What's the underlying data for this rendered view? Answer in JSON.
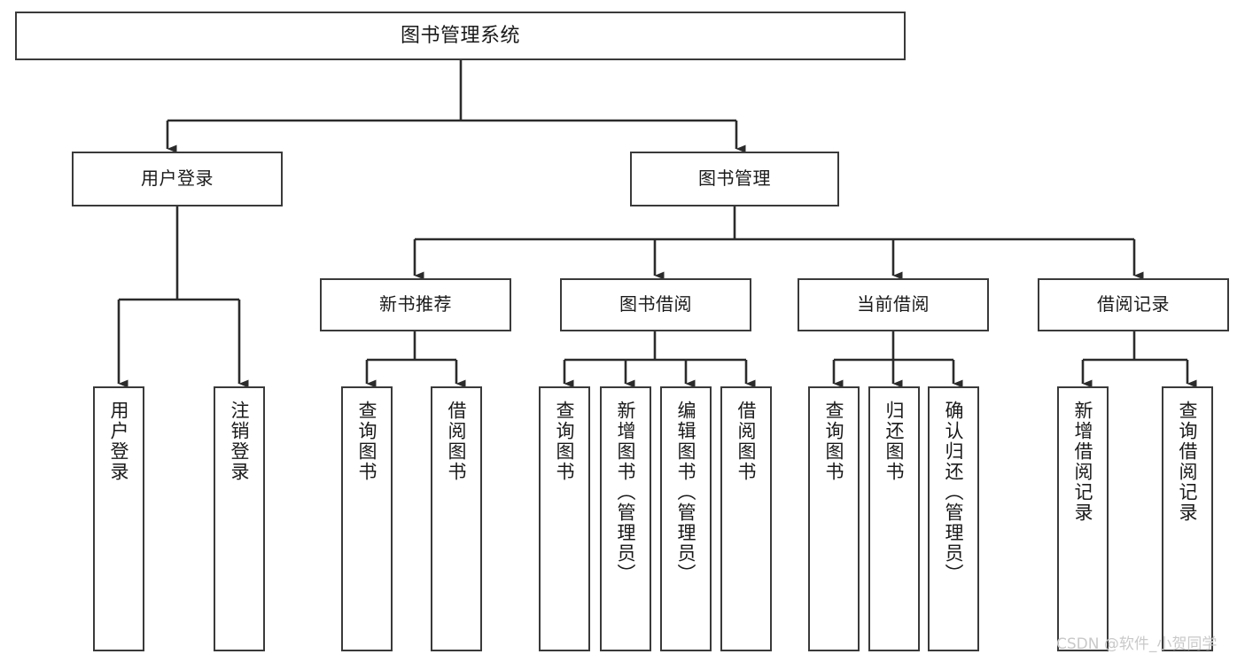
{
  "diagram": {
    "title": "图书管理系统",
    "type": "tree-hierarchy-diagram",
    "colors": {
      "box_border": "#3a3a3a",
      "box_fill": "#ffffff",
      "edge": "#2b2b2b",
      "text": "#1a1a1a",
      "watermark": "#c9c9c9",
      "background": "#ffffff"
    }
  },
  "nodes": {
    "root": {
      "label": "图书管理系统"
    },
    "level2": [
      {
        "label": "用户登录"
      },
      {
        "label": "图书管理"
      }
    ],
    "level3": [
      {
        "label": "新书推荐"
      },
      {
        "label": "图书借阅"
      },
      {
        "label": "当前借阅"
      },
      {
        "label": "借阅记录"
      }
    ],
    "leaves": {
      "user_login": [
        {
          "label": "用户登录"
        },
        {
          "label": "注销登录"
        }
      ],
      "new_book_recommend": [
        {
          "label": "查询图书"
        },
        {
          "label": "借阅图书"
        }
      ],
      "book_borrow": [
        {
          "label": "查询图书"
        },
        {
          "label": "新增图书（管理员）"
        },
        {
          "label": "编辑图书（管理员）"
        },
        {
          "label": "借阅图书"
        }
      ],
      "current_borrow": [
        {
          "label": "查询图书"
        },
        {
          "label": "归还图书"
        },
        {
          "label": "确认归还（管理员）"
        }
      ],
      "borrow_record": [
        {
          "label": "新增借阅记录"
        },
        {
          "label": "查询借阅记录"
        }
      ]
    }
  },
  "watermark": {
    "text": "CSDN @软件_小贺同学"
  }
}
